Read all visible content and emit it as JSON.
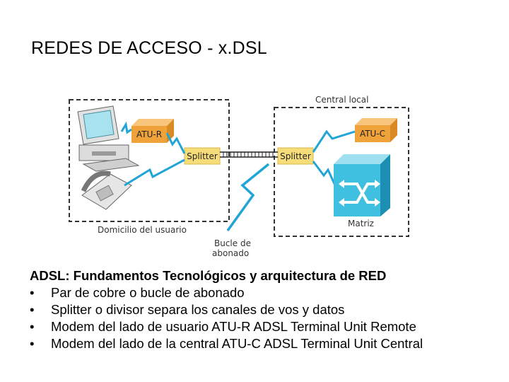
{
  "title": "REDES DE ACCESO - x.DSL",
  "diagram": {
    "central_label": "Central local",
    "home_label": "Domicilio del usuario",
    "atu_r": "ATU-R",
    "atu_c": "ATU-C",
    "splitter_left": "Splitter",
    "splitter_right": "Splitter",
    "matrix_label": "Matriz",
    "loop_label_1": "Bucle de",
    "loop_label_2": "abonado"
  },
  "content": {
    "heading": "ADSL: Fundamentos Tecnológicos y arquitectura de RED",
    "bullets": [
      "Par de cobre o bucle de abonado",
      "Splitter o divisor separa los canales de vos y datos",
      "Modem del lado de usuario ATU-R ADSL Terminal Unit Remote",
      "Modem del lado de la central ATU-C ADSL Terminal Unit Central"
    ]
  },
  "colors": {
    "box_orange": "#f0a23a",
    "box_orange_dark": "#d98a22",
    "splitter_yellow": "#f7dd7a",
    "matrix_cyan": "#3fc0e0",
    "link_cyan": "#21a4d6"
  }
}
